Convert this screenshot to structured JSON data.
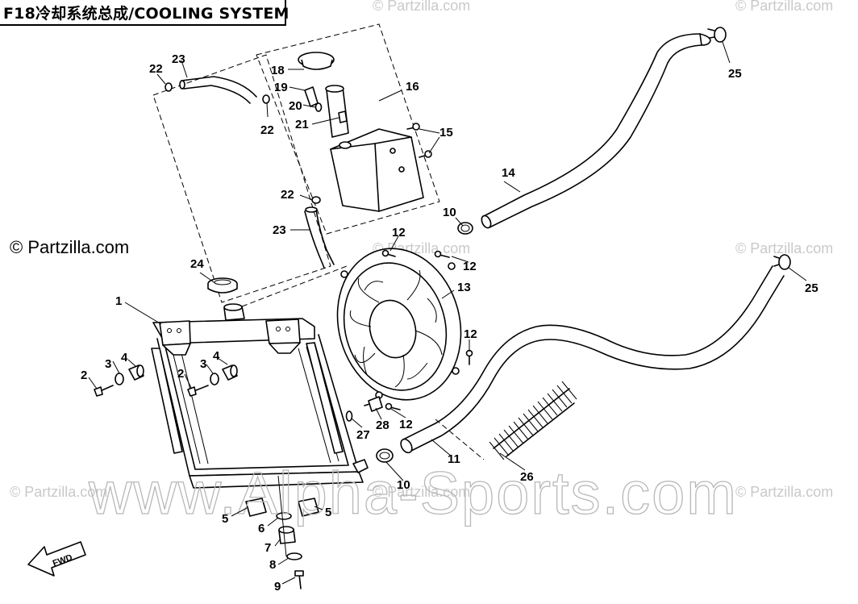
{
  "title": "F18冷却系统总成/COOLING SYSTEM",
  "copyright_text": "© Partzilla.com",
  "watermark_small": "© Partzilla.com",
  "watermark_big": "www.Alpha-Sports.com",
  "direction_label": "FWD",
  "callouts": [
    {
      "id": "c1",
      "label": "1"
    },
    {
      "id": "c2a",
      "label": "2"
    },
    {
      "id": "c2b",
      "label": "2"
    },
    {
      "id": "c3a",
      "label": "3"
    },
    {
      "id": "c3b",
      "label": "3"
    },
    {
      "id": "c4a",
      "label": "4"
    },
    {
      "id": "c4b",
      "label": "4"
    },
    {
      "id": "c5a",
      "label": "5"
    },
    {
      "id": "c5b",
      "label": "5"
    },
    {
      "id": "c6",
      "label": "6"
    },
    {
      "id": "c7",
      "label": "7"
    },
    {
      "id": "c8",
      "label": "8"
    },
    {
      "id": "c9",
      "label": "9"
    },
    {
      "id": "c10a",
      "label": "10"
    },
    {
      "id": "c10b",
      "label": "10"
    },
    {
      "id": "c11",
      "label": "11"
    },
    {
      "id": "c12a",
      "label": "12"
    },
    {
      "id": "c12b",
      "label": "12"
    },
    {
      "id": "c12c",
      "label": "12"
    },
    {
      "id": "c12d",
      "label": "12"
    },
    {
      "id": "c13",
      "label": "13"
    },
    {
      "id": "c14",
      "label": "14"
    },
    {
      "id": "c15",
      "label": "15"
    },
    {
      "id": "c16",
      "label": "16"
    },
    {
      "id": "c18",
      "label": "18"
    },
    {
      "id": "c19",
      "label": "19"
    },
    {
      "id": "c20",
      "label": "20"
    },
    {
      "id": "c21",
      "label": "21"
    },
    {
      "id": "c22a",
      "label": "22"
    },
    {
      "id": "c22b",
      "label": "22"
    },
    {
      "id": "c22c",
      "label": "22"
    },
    {
      "id": "c23a",
      "label": "23"
    },
    {
      "id": "c23b",
      "label": "23"
    },
    {
      "id": "c24",
      "label": "24"
    },
    {
      "id": "c25a",
      "label": "25"
    },
    {
      "id": "c25b",
      "label": "25"
    },
    {
      "id": "c26",
      "label": "26"
    },
    {
      "id": "c27",
      "label": "27"
    },
    {
      "id": "c28",
      "label": "28"
    }
  ]
}
